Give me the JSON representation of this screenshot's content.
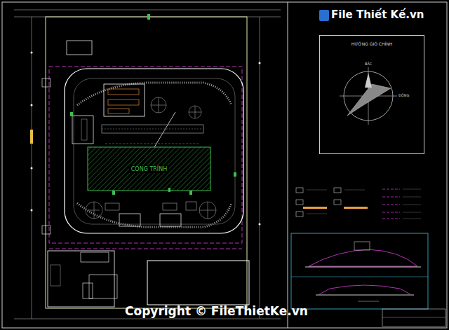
{
  "diagram": {
    "nodes": [
      {
        "text": [
          "CÔNG TRÌNH"
        ]
      },
      {
        "text": [
          "HƯỚNG GIÓ CHÍNH"
        ]
      }
    ],
    "labels": [
      "BẮC",
      "ĐÔNG",
      "File Thiết Kế.vn",
      "Copyright © FileThietKe.vn"
    ]
  }
}
